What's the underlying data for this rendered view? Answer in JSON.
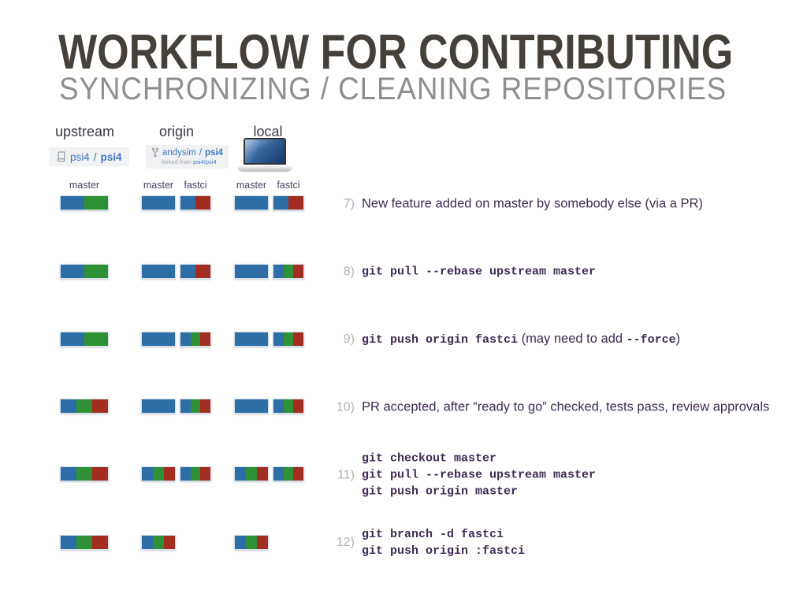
{
  "title": "WORKFLOW FOR CONTRIBUTING",
  "subtitle": "SYNCHRONIZING / CLEANING REPOSITORIES",
  "columns": [
    {
      "id": "upstream",
      "label": "upstream"
    },
    {
      "id": "origin",
      "label": "origin"
    },
    {
      "id": "local",
      "label": "local"
    }
  ],
  "badges": {
    "upstream": {
      "owner": "psi4",
      "separator": "/",
      "repo": "psi4"
    },
    "origin": {
      "owner": "andysim",
      "separator": "/",
      "repo": "psi4",
      "forked_note": "forked from ",
      "forked_repo": "psi4/psi4"
    }
  },
  "branch_labels": {
    "upstream_master": "master",
    "origin_master": "master",
    "origin_fastci": "fastci",
    "local_master": "master",
    "local_fastci": "fastci"
  },
  "colors": {
    "blue": "#2d6ea6",
    "green": "#2e9135",
    "red": "#a32d20",
    "link_blue": "#4078c0",
    "step_text": "#3e2b52",
    "step_number": "#b2b2b7"
  },
  "rows": [
    {
      "number": "7)",
      "blocks": {
        "upstream_master": [
          "blue",
          "green"
        ],
        "origin_master": [
          "blue",
          "blue"
        ],
        "origin_fastci": [
          "blue",
          "red"
        ],
        "local_master": [
          "blue",
          "blue"
        ],
        "local_fastci": [
          "blue",
          "red"
        ]
      },
      "lines": [
        [
          {
            "t": "New feature added on master by somebody else (via a PR)",
            "mono": false
          }
        ]
      ]
    },
    {
      "number": "8)",
      "blocks": {
        "upstream_master": [
          "blue",
          "green"
        ],
        "origin_master": [
          "blue",
          "blue"
        ],
        "origin_fastci": [
          "blue",
          "red"
        ],
        "local_master": [
          "blue",
          "blue"
        ],
        "local_fastci": [
          "blue",
          "green",
          "red"
        ]
      },
      "lines": [
        [
          {
            "t": "git pull --rebase upstream master",
            "mono": true
          }
        ]
      ]
    },
    {
      "number": "9)",
      "blocks": {
        "upstream_master": [
          "blue",
          "green"
        ],
        "origin_master": [
          "blue",
          "blue"
        ],
        "origin_fastci": [
          "blue",
          "green",
          "red"
        ],
        "local_master": [
          "blue",
          "blue"
        ],
        "local_fastci": [
          "blue",
          "green",
          "red"
        ]
      },
      "lines": [
        [
          {
            "t": "git push origin fastci",
            "mono": true
          },
          {
            "t": " (may need to add ",
            "mono": false
          },
          {
            "t": "--force",
            "mono": true
          },
          {
            "t": ")",
            "mono": false
          }
        ]
      ]
    },
    {
      "number": "10)",
      "blocks": {
        "upstream_master": [
          "blue",
          "green",
          "red"
        ],
        "origin_master": [
          "blue",
          "blue"
        ],
        "origin_fastci": [
          "blue",
          "green",
          "red"
        ],
        "local_master": [
          "blue",
          "blue"
        ],
        "local_fastci": [
          "blue",
          "green",
          "red"
        ]
      },
      "lines": [
        [
          {
            "t": "PR accepted, after “ready to go” checked, tests pass, review approvals",
            "mono": false
          }
        ]
      ]
    },
    {
      "number": "11)",
      "blocks": {
        "upstream_master": [
          "blue",
          "green",
          "red"
        ],
        "origin_master": [
          "blue",
          "green",
          "red"
        ],
        "origin_fastci": [
          "blue",
          "green",
          "red"
        ],
        "local_master": [
          "blue",
          "green",
          "red"
        ],
        "local_fastci": [
          "blue",
          "green",
          "red"
        ]
      },
      "lines": [
        [
          {
            "t": "git checkout master",
            "mono": true
          }
        ],
        [
          {
            "t": "git pull --rebase upstream master",
            "mono": true
          }
        ],
        [
          {
            "t": "git push origin master",
            "mono": true
          }
        ]
      ]
    },
    {
      "number": "12)",
      "blocks": {
        "upstream_master": [
          "blue",
          "green",
          "red"
        ],
        "origin_master": [
          "blue",
          "green",
          "red"
        ],
        "origin_fastci": null,
        "local_master": [
          "blue",
          "green",
          "red"
        ],
        "local_fastci": null
      },
      "lines": [
        [
          {
            "t": "git branch -d fastci",
            "mono": true
          }
        ],
        [
          {
            "t": "git push origin :fastci",
            "mono": true
          }
        ]
      ]
    }
  ]
}
